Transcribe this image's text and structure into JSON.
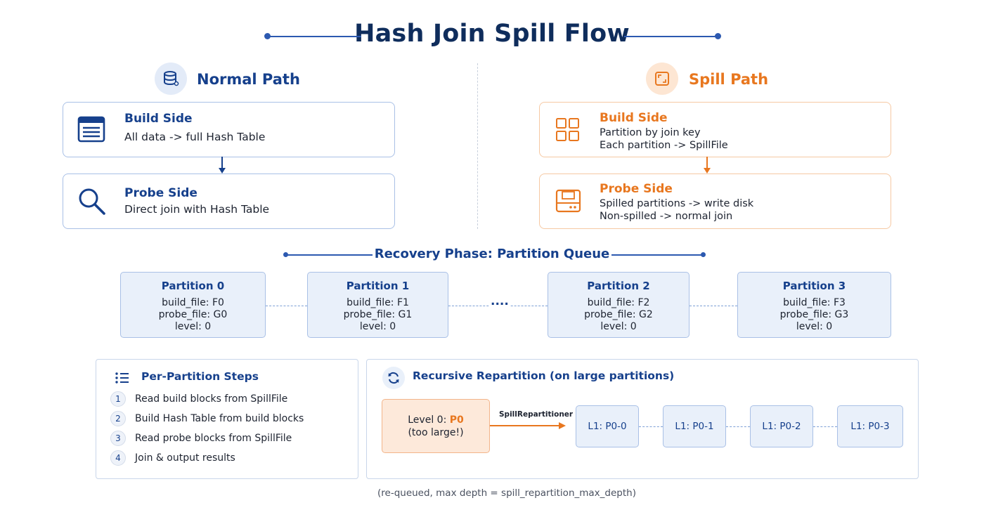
{
  "title": "Hash Join Spill Flow",
  "normal_path": {
    "title": "Normal Path",
    "icon": "database-icon",
    "build": {
      "title": "Build Side",
      "lines": [
        "All data -> full Hash Table"
      ],
      "icon": "table-icon"
    },
    "probe": {
      "title": "Probe Side",
      "lines": [
        "Direct join with Hash Table"
      ],
      "icon": "search-icon"
    }
  },
  "spill_path": {
    "title": "Spill Path",
    "icon": "spill-icon",
    "build": {
      "title": "Build Side",
      "lines": [
        "Partition by join key",
        "Each partition -> SpillFile"
      ],
      "icon": "grid-icon"
    },
    "probe": {
      "title": "Probe Side",
      "lines": [
        "Spilled partitions -> write disk",
        "Non-spilled -> normal join"
      ],
      "icon": "disk-icon"
    }
  },
  "recovery": {
    "title": "Recovery Phase: Partition Queue",
    "ellipsis": "....",
    "partitions": [
      {
        "title": "Partition 0",
        "build": "build_file: F0",
        "probe": "probe_file: G0",
        "level": "level: 0"
      },
      {
        "title": "Partition 1",
        "build": "build_file: F1",
        "probe": "probe_file: G1",
        "level": "level: 0"
      },
      {
        "title": "Partition 2",
        "build": "build_file: F2",
        "probe": "probe_file: G2",
        "level": "level: 0"
      },
      {
        "title": "Partition 3",
        "build": "build_file: F3",
        "probe": "probe_file: G3",
        "level": "level: 0"
      }
    ]
  },
  "steps_panel": {
    "title": "Per-Partition Steps",
    "icon": "list-icon",
    "steps": [
      {
        "num": "1",
        "text": "Read build blocks from SpillFile"
      },
      {
        "num": "2",
        "text": "Build Hash Table from build blocks"
      },
      {
        "num": "3",
        "text": "Read probe blocks from SpillFile"
      },
      {
        "num": "4",
        "text": "Join & output results"
      }
    ]
  },
  "repartition_panel": {
    "title": "Recursive Repartition (on large partitions)",
    "icon": "refresh-icon",
    "source": {
      "prefix": "Level 0: ",
      "highlight": "P0",
      "sub": "(too large!)"
    },
    "arrow_label": "SpillRepartitioner",
    "targets": [
      "L1: P0-0",
      "L1: P0-1",
      "L1: P0-2",
      "L1: P0-3"
    ]
  },
  "footer_note": "(re-queued, max depth = spill_repartition_max_depth)",
  "colors": {
    "navy": "#0f2d5c",
    "blue": "#16408c",
    "orange": "#e8771f",
    "light_blue": "#e9f0fa",
    "light_orange": "#fde9da"
  }
}
